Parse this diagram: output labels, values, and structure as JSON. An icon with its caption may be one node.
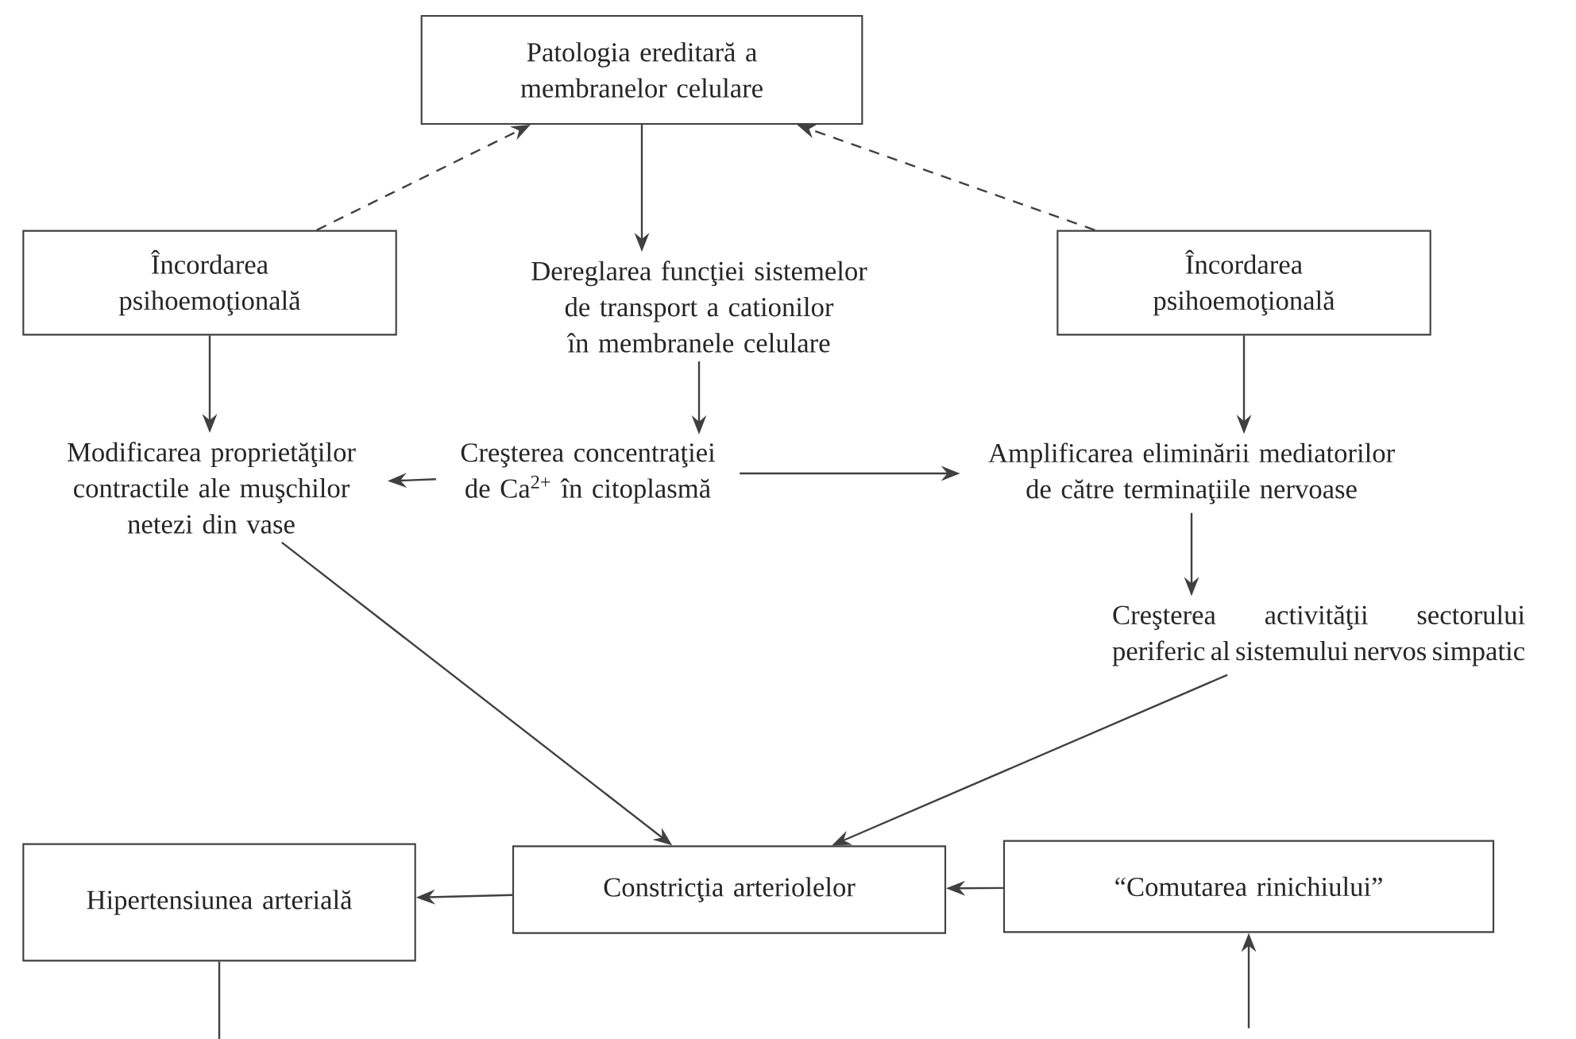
{
  "diagram": {
    "nodes": [
      {
        "text": [
          "Patologia ereditară a membranelor celulare"
        ]
      },
      {
        "text": [
          "Încordarea psihoemoţională"
        ]
      },
      {
        "text": [
          "Dereglarea funcţiei sistemelor de transport a cationilor în membranele celulare"
        ]
      },
      {
        "text": [
          "Încordarea psihoemoţională"
        ]
      },
      {
        "text": [
          "Modificarea proprietăţilor contractile ale muşchilor netezi din vase"
        ]
      },
      {
        "text": [
          "Creşterea concentraţiei de Ca$^{2+}$ în citoplasmă"
        ]
      },
      {
        "text": [
          "Amplificarea eliminării mediatorilor de către terminaţiile nervoase"
        ]
      },
      {
        "text": [
          "Creşterea activităţii sectorului periferic al sistemului nervos simpatic"
        ]
      },
      {
        "text": [
          "Hipertensiunea arterială"
        ]
      },
      {
        "text": [
          "Constricţia arteriolelor"
        ]
      },
      {
        "text": [
          "“Comutarea rinichiului”"
        ]
      }
    ],
    "edges": [
      {
        "from": 1,
        "to": 0,
        "arrow": "to",
        "style": "dashed"
      },
      {
        "from": 3,
        "to": 0,
        "arrow": "to",
        "style": "dashed"
      },
      {
        "from": 0,
        "to": 2,
        "arrow": "to"
      },
      {
        "from": 1,
        "to": 4,
        "arrow": "to"
      },
      {
        "from": 2,
        "to": 5,
        "arrow": "to"
      },
      {
        "from": 3,
        "to": 6,
        "arrow": "to"
      },
      {
        "from": 5,
        "to": 4,
        "arrow": "to"
      },
      {
        "from": 5,
        "to": 6,
        "arrow": "to"
      },
      {
        "from": 6,
        "to": 7,
        "arrow": "to"
      },
      {
        "from": 4,
        "to": 9,
        "arrow": "to"
      },
      {
        "from": 7,
        "to": 9,
        "arrow": "to"
      },
      {
        "from": 10,
        "to": 9,
        "arrow": "to"
      },
      {
        "from": 9,
        "to": 8,
        "arrow": "to"
      },
      {
        "from": 8,
        "to": null,
        "arrow": "none"
      },
      {
        "from": null,
        "to": 10,
        "arrow": "to"
      }
    ]
  }
}
